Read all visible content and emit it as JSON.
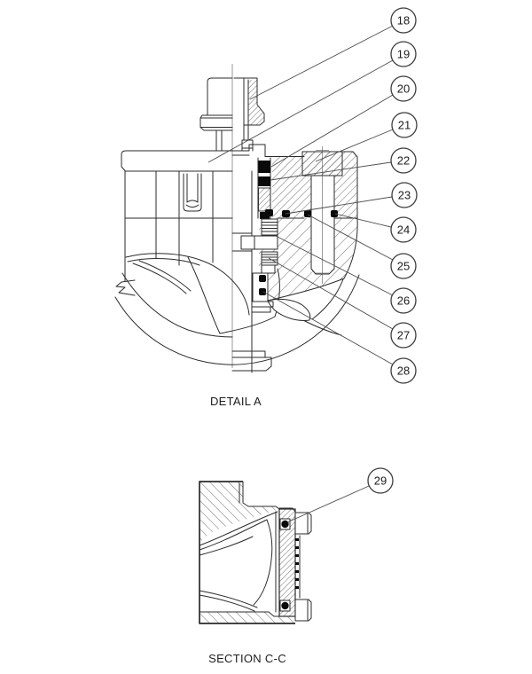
{
  "drawing": {
    "background": "#ffffff",
    "ink": "#2b2b2b",
    "seal_color": "#0a0a0a",
    "views": [
      {
        "caption": "DETAIL A",
        "balloons": [
          "18",
          "19",
          "20",
          "21",
          "22",
          "23",
          "24",
          "25",
          "26",
          "27",
          "28"
        ]
      },
      {
        "caption": "SECTION C-C",
        "balloons": [
          "29"
        ]
      }
    ]
  }
}
